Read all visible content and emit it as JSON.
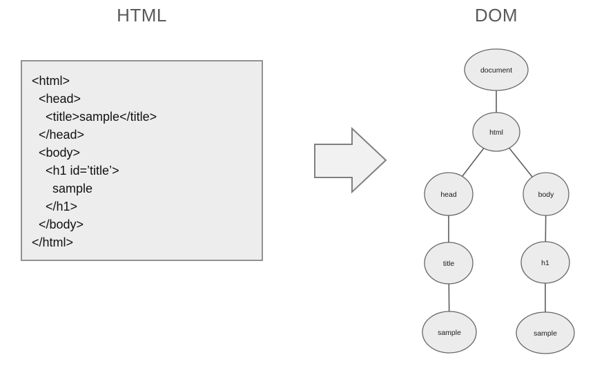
{
  "left_panel": {
    "title": "HTML",
    "code_lines": [
      "<html>",
      "  <head>",
      "    <title>sample</title>",
      "  </head>",
      "  <body>",
      "    <h1 id=’title’>",
      "      sample",
      "    </h1>",
      "  </body>",
      "</html>"
    ]
  },
  "right_panel": {
    "title": "DOM",
    "tree": {
      "nodes": [
        {
          "id": "document",
          "label": "document"
        },
        {
          "id": "html",
          "label": "html"
        },
        {
          "id": "head",
          "label": "head"
        },
        {
          "id": "body",
          "label": "body"
        },
        {
          "id": "title",
          "label": "title"
        },
        {
          "id": "h1",
          "label": "h1"
        },
        {
          "id": "sample-title",
          "label": "sample"
        },
        {
          "id": "sample-h1",
          "label": "sample"
        }
      ],
      "edges": [
        [
          "document",
          "html"
        ],
        [
          "html",
          "head"
        ],
        [
          "html",
          "body"
        ],
        [
          "head",
          "title"
        ],
        [
          "body",
          "h1"
        ],
        [
          "title",
          "sample-title"
        ],
        [
          "h1",
          "sample-h1"
        ]
      ]
    }
  },
  "colors": {
    "title_text": "#595959",
    "code_box_fill": "#ededed",
    "code_box_border": "#909090",
    "code_text": "#111111",
    "node_fill": "#ececec",
    "node_stroke": "#666666",
    "edge_stroke": "#5c5c5c",
    "arrow_fill": "#f1f1f1",
    "arrow_stroke": "#7f7f7f"
  }
}
